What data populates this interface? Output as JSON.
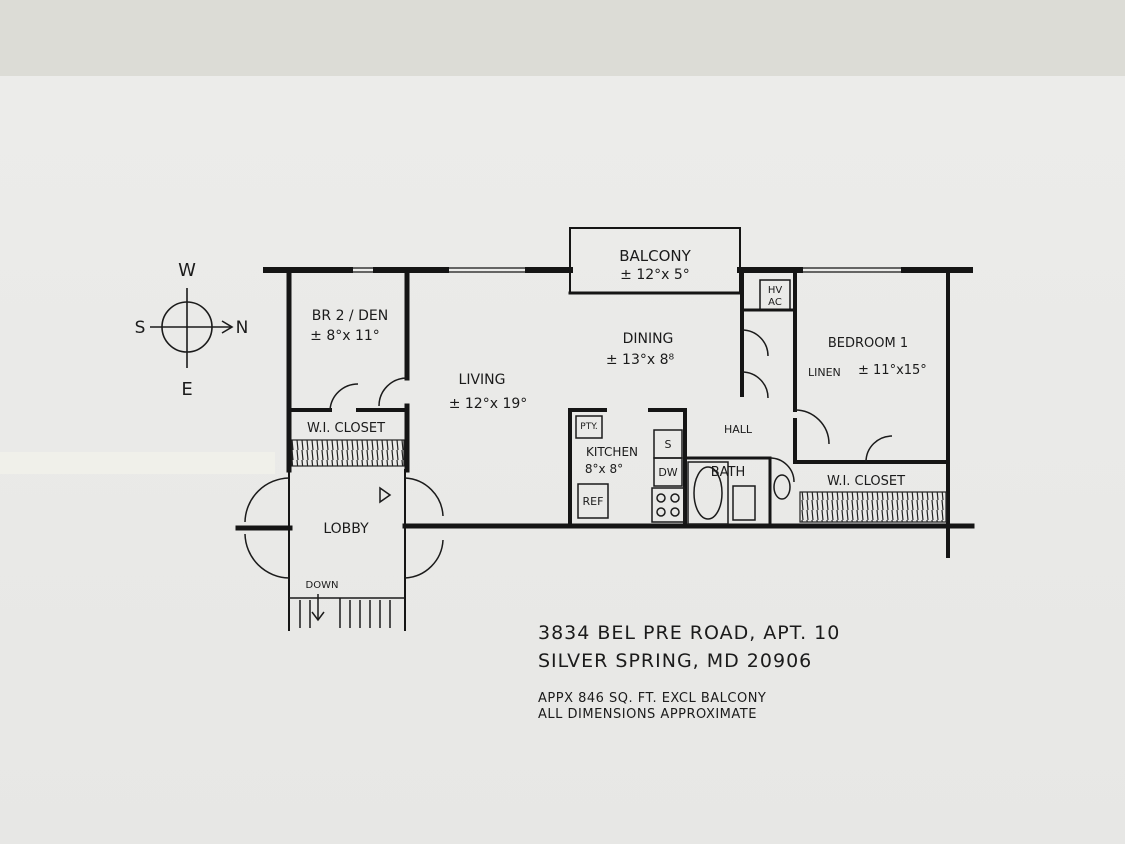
{
  "rooms": {
    "balcony": {
      "name": "BALCONY",
      "dims": "± 12°x 5°"
    },
    "br2": {
      "name": "BR 2 / DEN",
      "dims": "± 8°x 11°"
    },
    "living": {
      "name": "LIVING",
      "dims": "± 12°x 19°"
    },
    "dining": {
      "name": "DINING",
      "dims": "± 13°x 8⁸"
    },
    "bedroom1": {
      "name": "BEDROOM 1",
      "dims": "± 11°x15°"
    },
    "linen": "LINEN",
    "hvac_line1": "HV",
    "hvac_line2": "AC",
    "wi_closet_left": "W.I. CLOSET",
    "wi_closet_right": "W.I. CLOSET",
    "kitchen": {
      "name": "KITCHEN",
      "dims": "8°x 8°"
    },
    "pty": "PTY.",
    "ref": "REF",
    "sink": "S",
    "dw": "DW",
    "hall": "HALL",
    "bath": "BATH",
    "lobby": "LOBBY",
    "down": "DOWN"
  },
  "compass": {
    "north": "N",
    "south": "S",
    "east": "E",
    "west": "W"
  },
  "address": {
    "line1": "3834 BEL PRE ROAD, APT. 10",
    "line2": "SILVER SPRING, MD 20906"
  },
  "notes": {
    "area": "APPX 846 SQ. FT.   EXCL BALCONY",
    "disclaimer": "ALL DIMENSIONS APPROXIMATE"
  }
}
